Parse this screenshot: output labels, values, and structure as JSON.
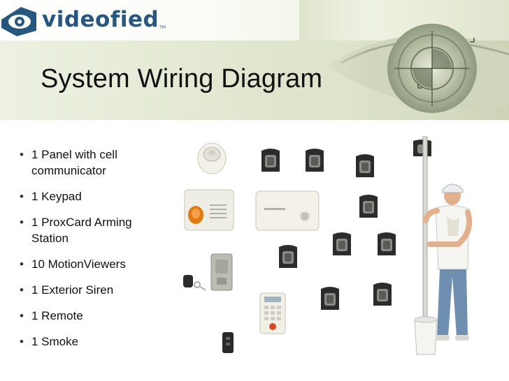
{
  "brand": {
    "logo_text": "videofied",
    "logo_tm": "TM",
    "accent_color": "#27577f"
  },
  "slide": {
    "title": "System Wiring Diagram",
    "bullets": [
      {
        "text": "1 Panel with cell communicator"
      },
      {
        "text": "1 Keypad"
      },
      {
        "text": "1 ProxCard Arming Station"
      },
      {
        "text": "10 MotionViewers"
      },
      {
        "text": "1 Exterior Siren"
      },
      {
        "text": "1 Remote"
      },
      {
        "text": "1 Smoke"
      }
    ]
  },
  "illustration": {
    "motion_viewer_count": 10,
    "devices": [
      "smoke-detector",
      "exterior-siren",
      "control-panel",
      "proxcard-reader",
      "key-fob",
      "keypad",
      "remote",
      "motion-viewer",
      "installer-with-pole"
    ]
  }
}
